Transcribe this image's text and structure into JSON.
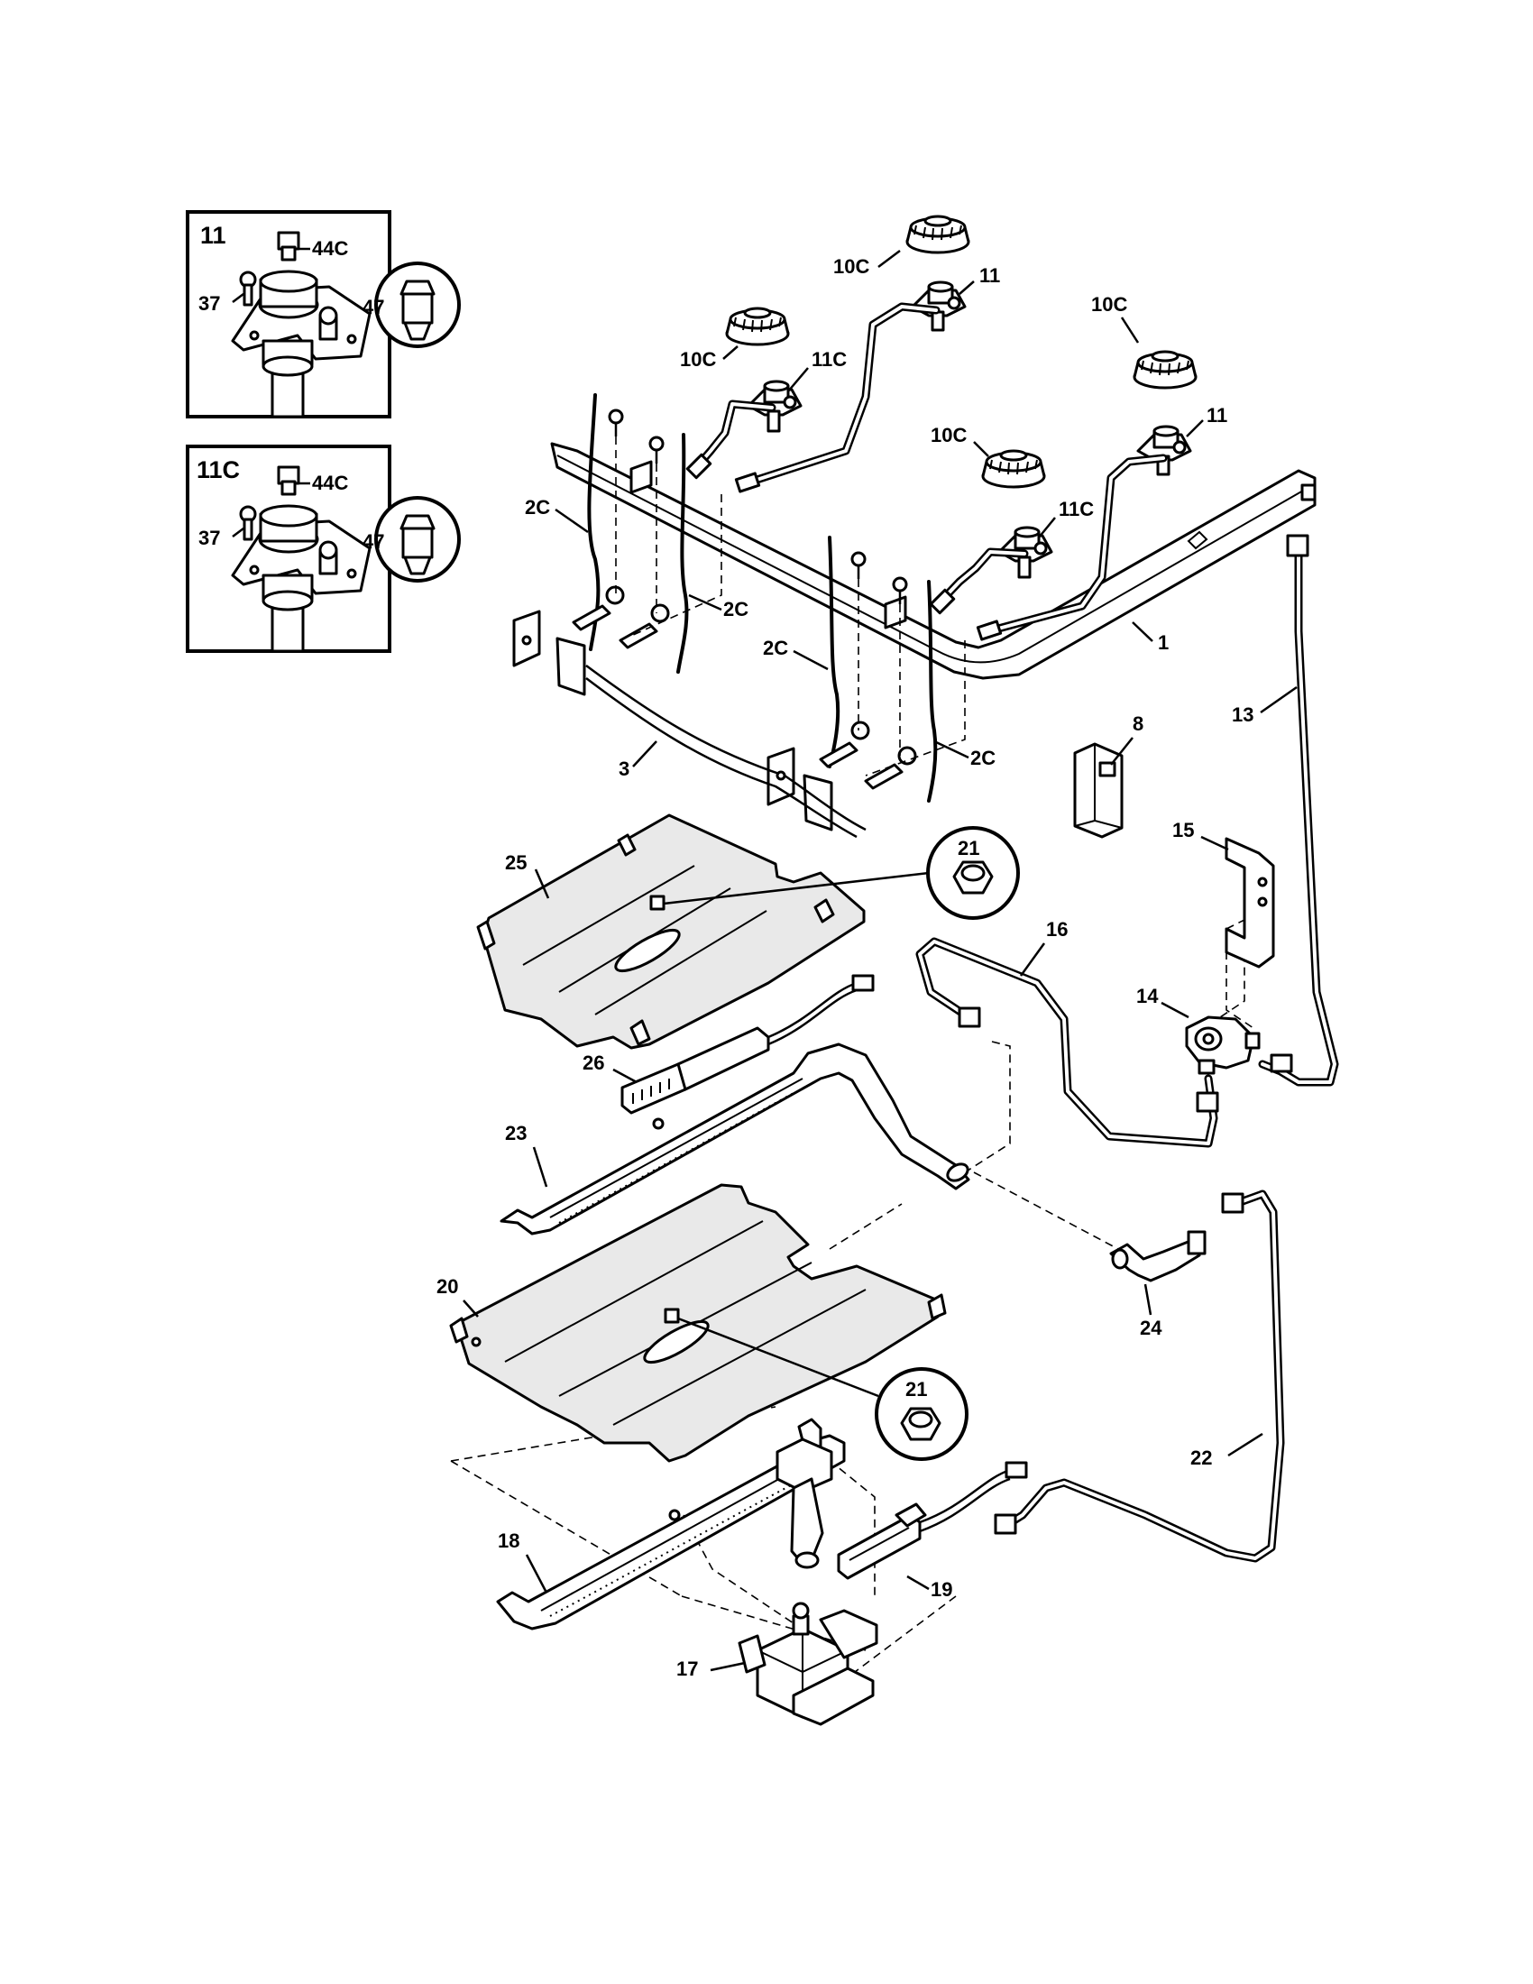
{
  "inset_1": {
    "title": "11",
    "labels": [
      "44C",
      "37",
      "47"
    ]
  },
  "inset_2": {
    "title": "11C",
    "labels": [
      "44C",
      "37",
      "47"
    ]
  },
  "callouts": {
    "burner_cap_1": "10C",
    "valve_1": "11",
    "burner_cap_2": "10C",
    "valve_2": "11C",
    "burner_cap_3": "10C",
    "valve_3": "11",
    "burner_cap_4": "10C",
    "valve_4": "11C",
    "wire_a": "2C",
    "wire_b": "2C",
    "wire_c": "2C",
    "wire_d": "2C",
    "manifold": "1",
    "manifold_bracket": "3",
    "module": "8",
    "tube_13": "13",
    "bracket_15": "15",
    "regulator": "14",
    "tube_16": "16",
    "baffle_upper": "25",
    "nut_upper": "21",
    "igniter_upper": "26",
    "burner_upper": "23",
    "baffle_lower": "20",
    "nut_lower": "21",
    "elbow": "24",
    "tube_22": "22",
    "burner_lower": "18",
    "igniter_lower": "19",
    "oven_valve": "17"
  }
}
